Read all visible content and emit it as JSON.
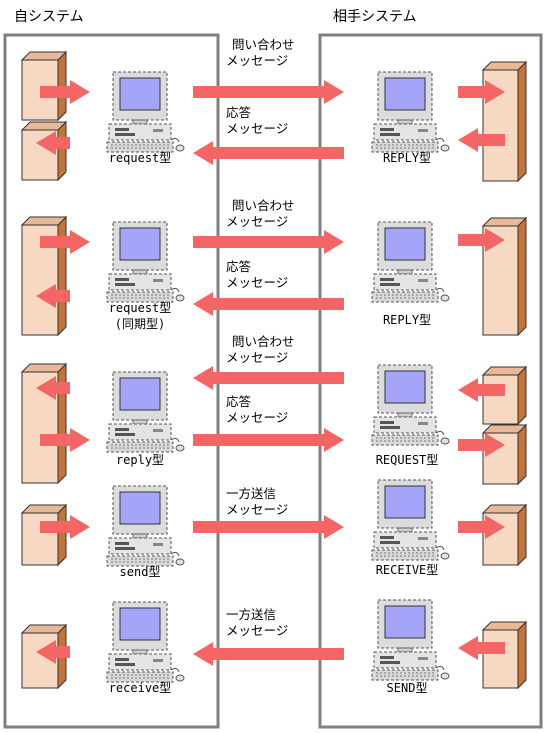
{
  "headers": {
    "self": "自システム",
    "partner": "相手システム"
  },
  "colors": {
    "arrow": "#f46666",
    "box_face": "#f7d9c3",
    "box_side": "#c4743a",
    "panel_border": "#808080",
    "monitor_screen": "#a4a4f8",
    "monitor_body": "#dcdcdc"
  },
  "rows": [
    {
      "left_label": "request型",
      "right_label": "REPLY型",
      "msg_upper": [
        "問い合わせ",
        "メッセージ"
      ],
      "msg_lower": [
        "応答",
        "メッセージ"
      ]
    },
    {
      "left_label": "request型",
      "left_sublabel": "(同期型)",
      "right_label": "REPLY型",
      "msg_upper": [
        "問い合わせ",
        "メッセージ"
      ],
      "msg_lower": [
        "応答",
        "メッセージ"
      ]
    },
    {
      "left_label": "reply型",
      "right_label": "REQUEST型",
      "msg_upper": [
        "問い合わせ",
        "メッセージ"
      ],
      "msg_lower": [
        "応答",
        "メッセージ"
      ]
    },
    {
      "left_label": "send型",
      "right_label": "RECEIVE型",
      "msg_upper": [
        "一方送信",
        "メッセージ"
      ]
    },
    {
      "left_label": "receive型",
      "right_label": "SEND型",
      "msg_upper": [
        "一方送信",
        "メッセージ"
      ]
    }
  ]
}
